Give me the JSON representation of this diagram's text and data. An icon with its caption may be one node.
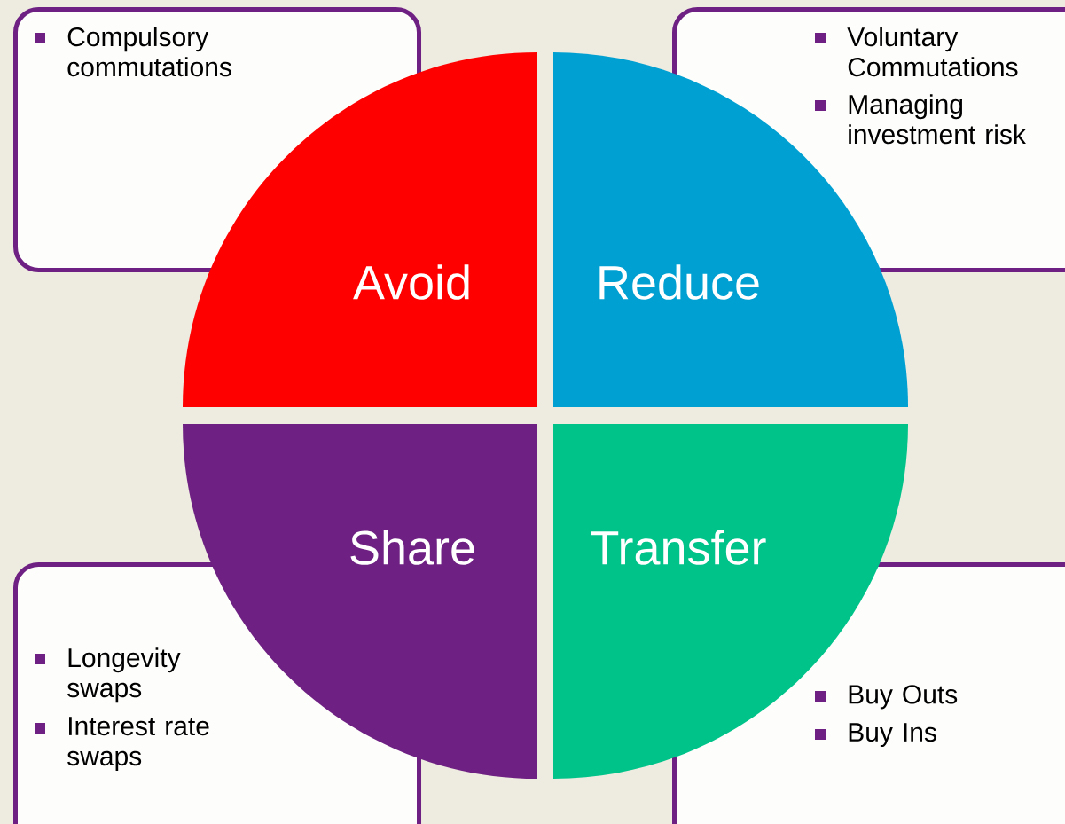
{
  "diagram": {
    "nodes": [
      {
        "text": [
          "Compulsory commutations"
        ]
      },
      {
        "text": [
          "Voluntary Commutations",
          "Managing investment risk"
        ]
      },
      {
        "text": [
          "Avoid"
        ]
      },
      {
        "text": [
          "Reduce"
        ]
      },
      {
        "text": [
          "Share"
        ]
      },
      {
        "text": [
          "Transfer"
        ]
      },
      {
        "text": [
          "Longevity swaps",
          "Interest rate swaps"
        ]
      },
      {
        "text": [
          "Buy Outs",
          "Buy Ins"
        ]
      }
    ]
  }
}
